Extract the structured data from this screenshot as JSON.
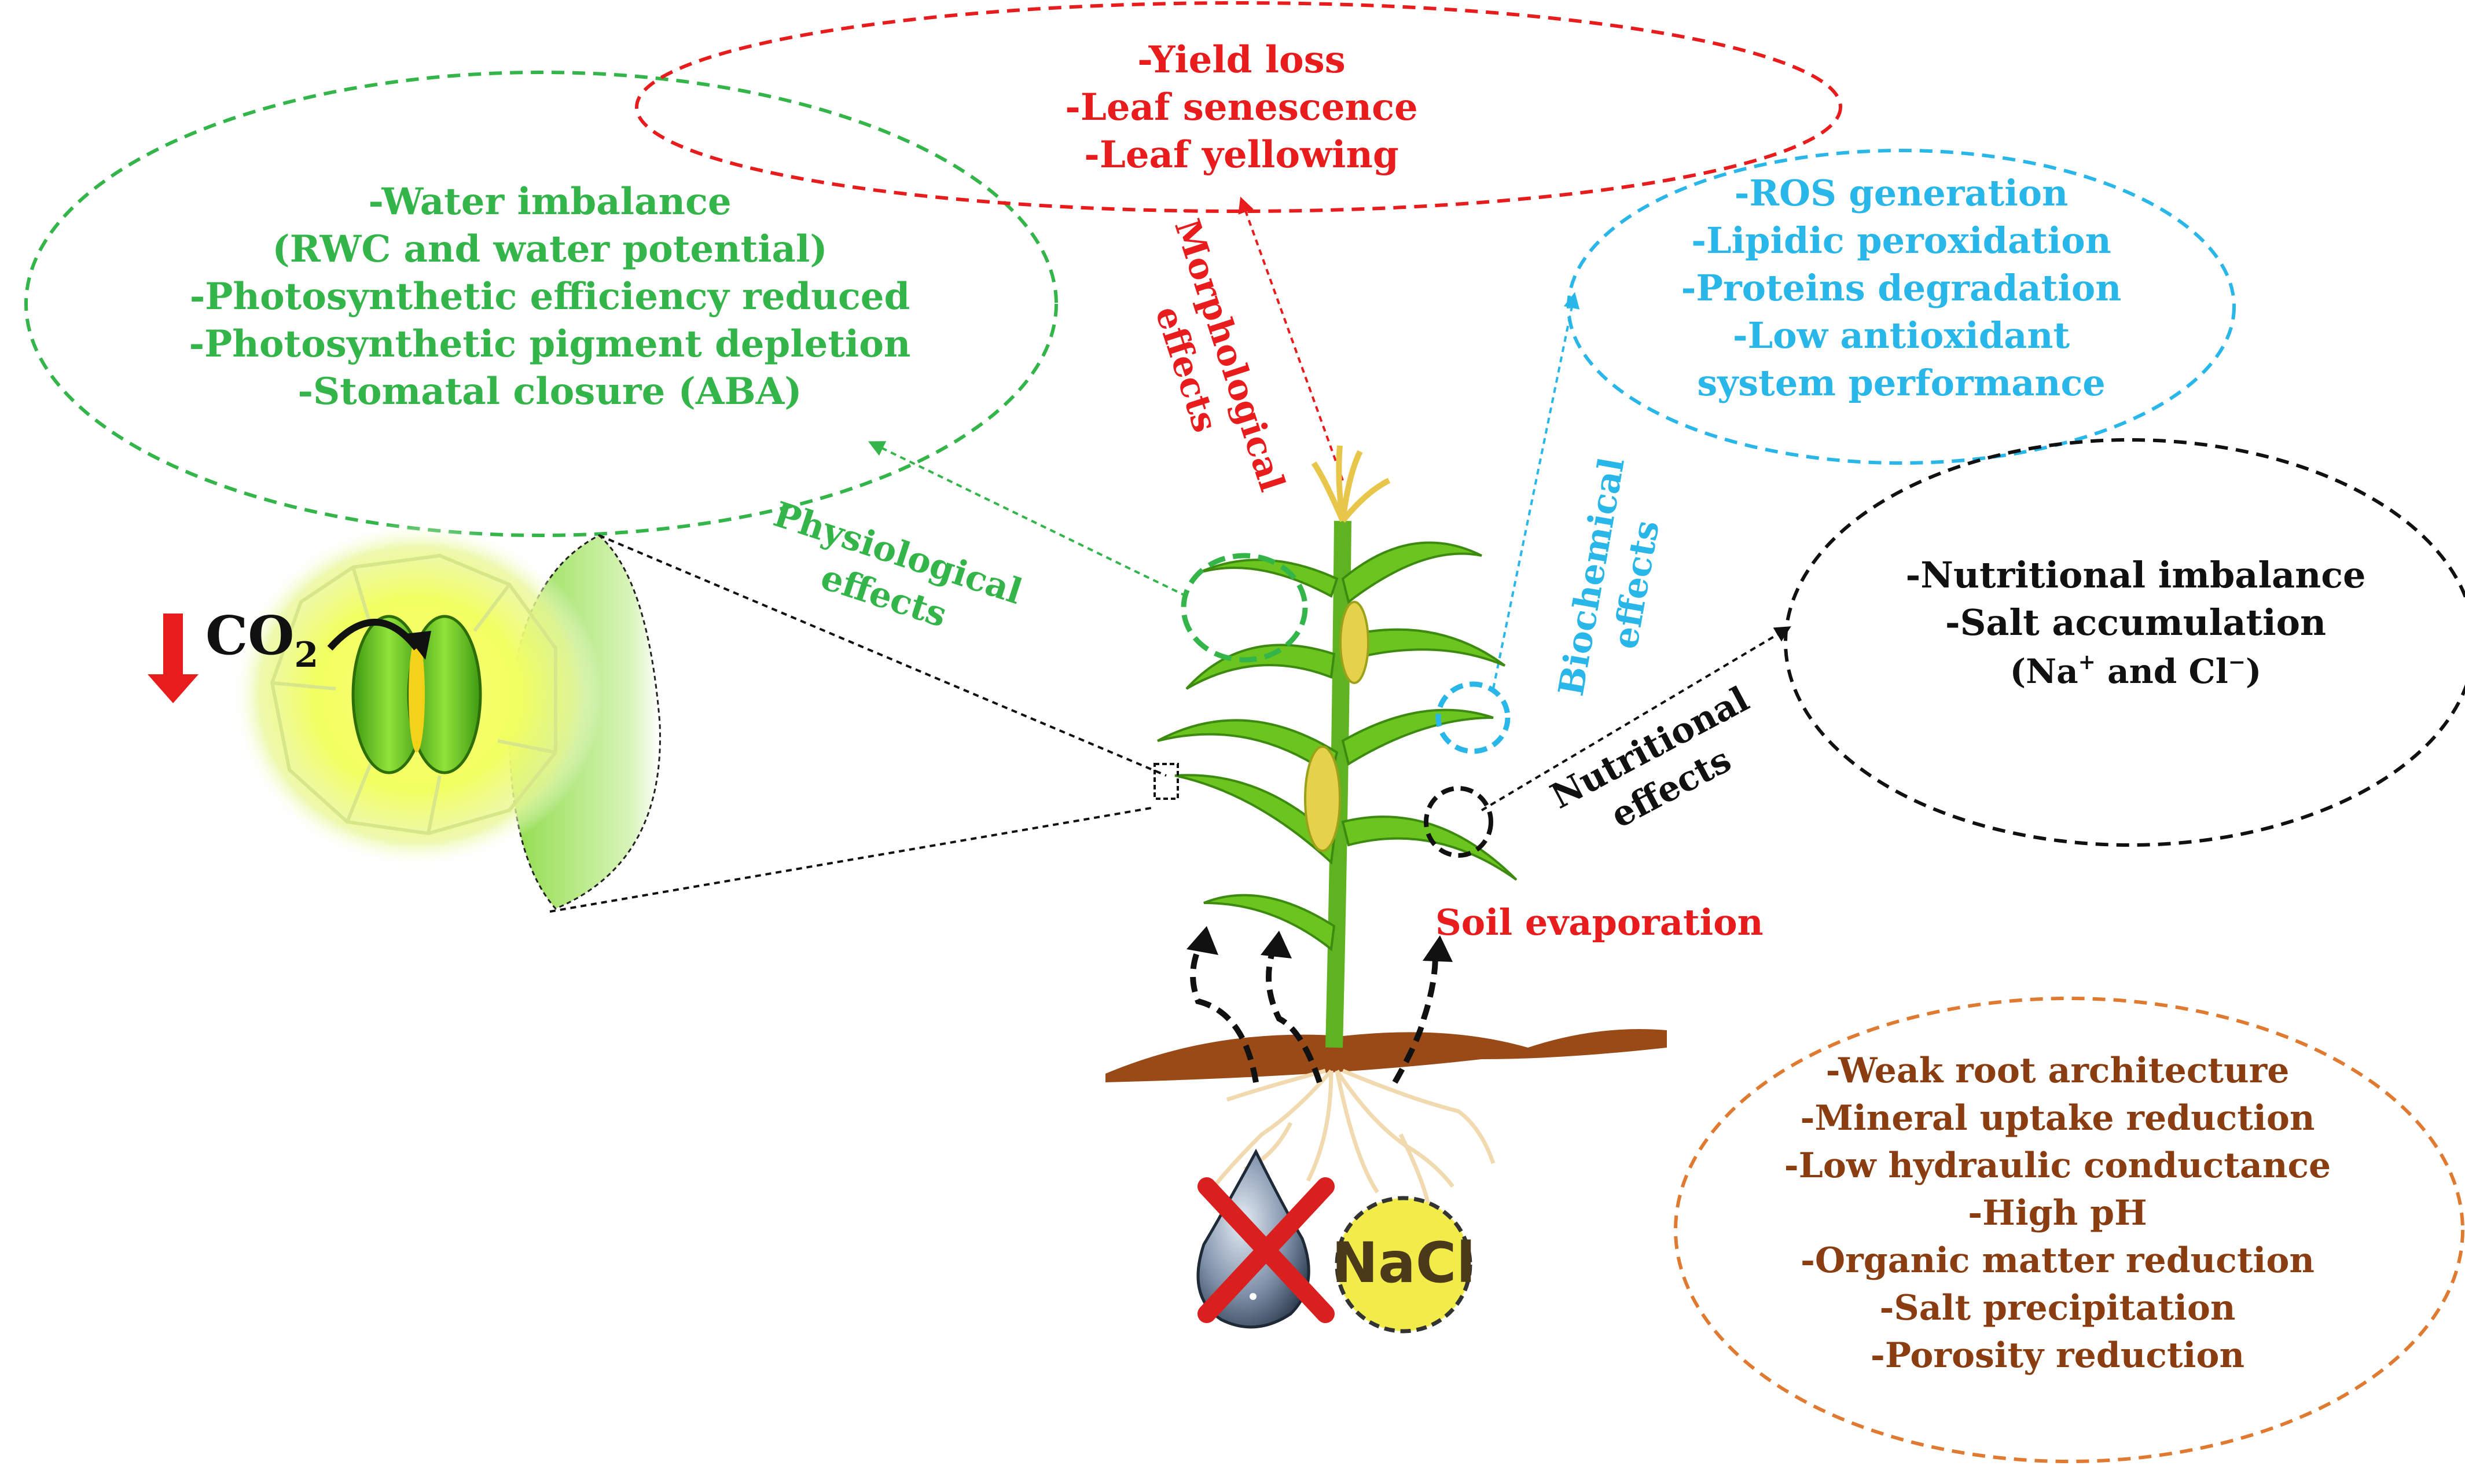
{
  "colors": {
    "green": "#33b54a",
    "red": "#e81c1c",
    "cyan": "#29b6e8",
    "black": "#111111",
    "brown": "#8a3d10",
    "orange": "#e07a30",
    "leaf": "#6cc51f",
    "soil": "#9a4a16",
    "nacl": "#f2ec4a"
  },
  "physiological": {
    "label": [
      "Physiological",
      "effects"
    ],
    "lines": [
      "-Water imbalance",
      "(RWC and water potential)",
      "-Photosynthetic efficiency reduced",
      "-Photosynthetic pigment depletion",
      "-Stomatal closure (ABA)"
    ]
  },
  "morphological": {
    "label": [
      "Morphological",
      "effects"
    ],
    "lines": [
      "-Yield loss",
      "-Leaf senescence",
      "-Leaf yellowing"
    ]
  },
  "biochemical": {
    "label": [
      "Biochemical",
      "effects"
    ],
    "lines": [
      "-ROS generation",
      "-Lipidic peroxidation",
      "-Proteins degradation",
      "-Low antioxidant",
      "system performance"
    ]
  },
  "nutritional": {
    "label": [
      "Nutritional",
      "effects"
    ],
    "lines": [
      "-Nutritional imbalance",
      "-Salt accumulation"
    ],
    "ions": {
      "open": "(Na",
      "na_sup": "+",
      "mid": " and Cl",
      "cl_sup": "−",
      "close": ")"
    }
  },
  "soil": {
    "evaporation_label": "Soil evaporation",
    "lines": [
      "-Weak root architecture",
      "-Mineral uptake reduction",
      "-Low hydraulic conductance",
      "-High pH",
      "-Organic matter reduction",
      "-Salt precipitation",
      "-Porosity reduction"
    ]
  },
  "stomata": {
    "co2_main": "CO",
    "co2_sub": "2"
  },
  "nacl_label": "NaCl",
  "icons": {
    "down-arrow": "red down arrow",
    "stomata": "guard cell pair",
    "water-drop": "water drop crossed",
    "corn-plant": "maize plant"
  }
}
